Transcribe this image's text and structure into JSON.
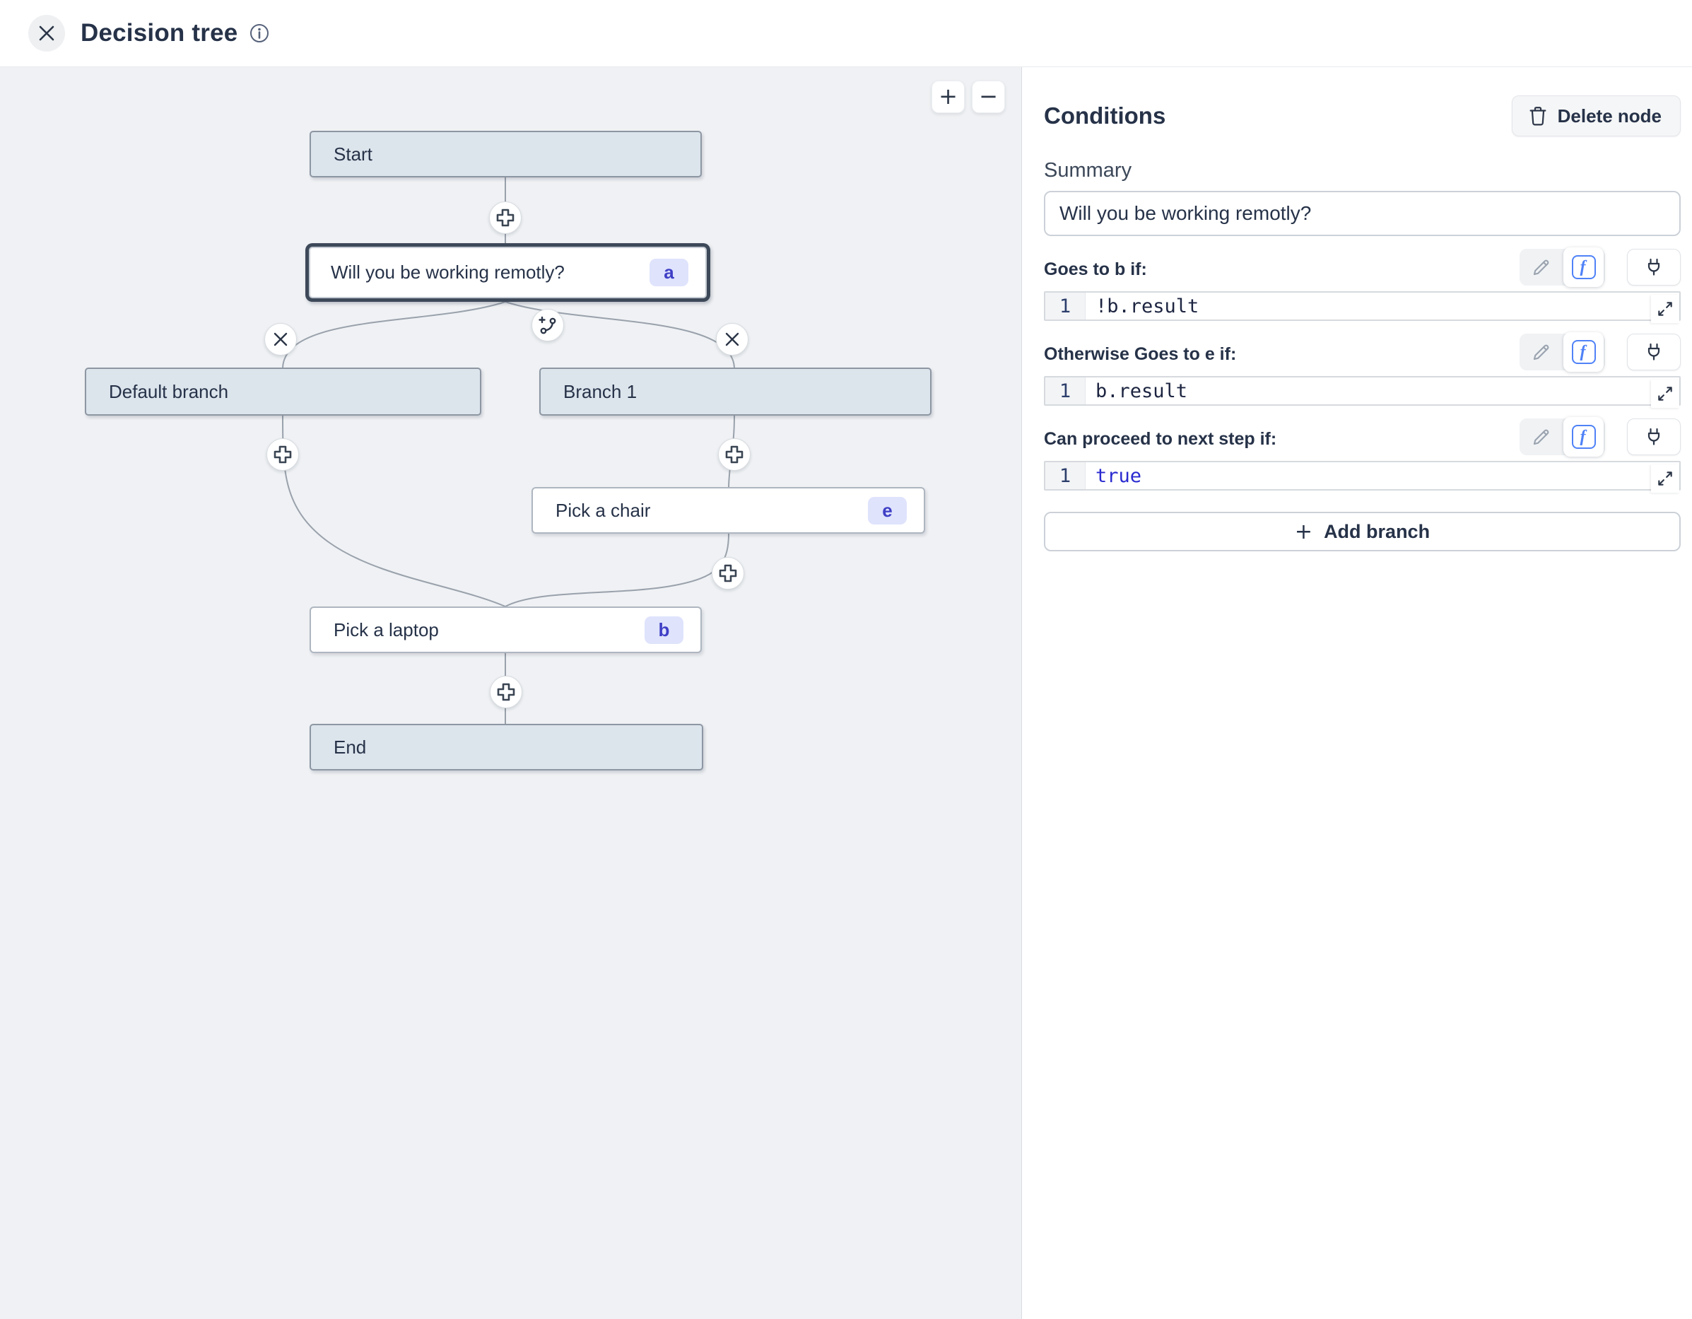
{
  "header": {
    "title": "Decision tree"
  },
  "canvas": {
    "zoom_in": "+",
    "zoom_out": "−",
    "nodes": {
      "start": {
        "label": "Start"
      },
      "question": {
        "label": "Will you be working remotly?",
        "badge": "a"
      },
      "default_branch": {
        "label": "Default branch"
      },
      "branch1": {
        "label": "Branch 1"
      },
      "chair": {
        "label": "Pick a chair",
        "badge": "e"
      },
      "laptop": {
        "label": "Pick a laptop",
        "badge": "b"
      },
      "end": {
        "label": "End"
      }
    },
    "icons": [
      "plus-connector-icon",
      "remove-branch-icon",
      "add-branch-split-icon"
    ]
  },
  "panel": {
    "title": "Conditions",
    "delete_button": "Delete node",
    "summary_label": "Summary",
    "summary_value": "Will you be working remotly?",
    "formula_icon_glyph": "f",
    "conditions": [
      {
        "label": "Goes to b if:",
        "line_number": "1",
        "code": "!b.result"
      },
      {
        "label": "Otherwise Goes to e if:",
        "line_number": "1",
        "code": "b.result"
      },
      {
        "label": "Can proceed to next step if:",
        "line_number": "1",
        "code": "true"
      }
    ],
    "add_branch_label": "Add branch",
    "add_branch_plus": "+"
  },
  "colors": {
    "accent_blue": "#4f82f7",
    "badge_bg": "#dfe3fc",
    "badge_text": "#3f3fc6",
    "selected_border": "#3d4959",
    "node_gray": "#dce4ec",
    "canvas_bg": "#eff1f4",
    "keyword_blue": "#2a2ad0"
  }
}
